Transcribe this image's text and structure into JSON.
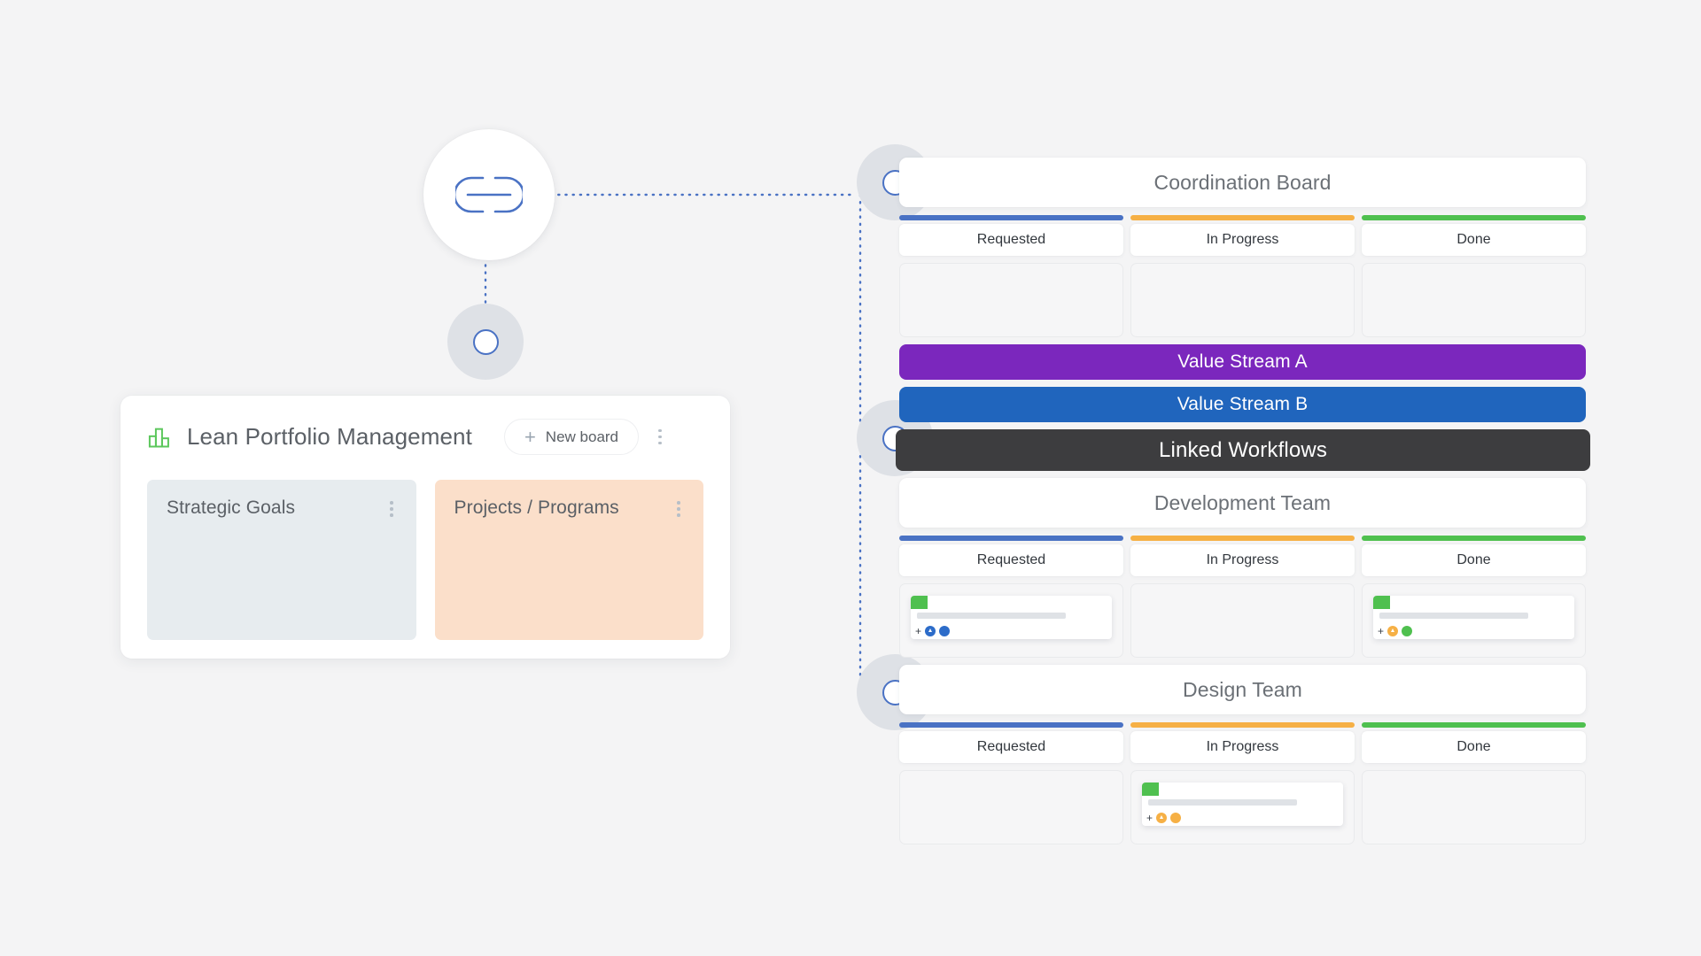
{
  "canvas": {
    "background": "#f4f4f5",
    "hub_icon": "link-icon",
    "hub_icon_color": "#4a72c4",
    "node_accent": "#4a72c4",
    "node_halo": "#dee1e6",
    "connector_color": "#4a72c4",
    "connector_style": "dotted"
  },
  "portfolio_card": {
    "icon": "bar-chart-icon",
    "icon_color": "#5cc75c",
    "title": "Lean Portfolio Management",
    "new_board_label": "New board",
    "new_board_icon": "plus-icon",
    "menu_icon": "kebab-menu-icon",
    "columns": [
      {
        "label": "Strategic Goals",
        "color": "#e7ecef",
        "menu_icon": "kebab-menu-icon"
      },
      {
        "label": "Projects / Programs",
        "color": "#fbdfca",
        "menu_icon": "kebab-menu-icon"
      }
    ]
  },
  "workflow_columns": {
    "labels": [
      "Requested",
      "In Progress",
      "Done"
    ],
    "accent_colors": [
      "#4a72c4",
      "#f5b councils",
      "#4fc04f"
    ]
  },
  "column_accents": {
    "requested": "#4a72c4",
    "in_progress": "#f6b045",
    "done": "#4fc04f"
  },
  "boards": [
    {
      "title": "Coordination Board",
      "columns": [
        "Requested",
        "In Progress",
        "Done"
      ],
      "lanes": [
        {
          "cells": [
            {
              "tickets": []
            },
            {
              "tickets": []
            },
            {
              "tickets": []
            }
          ]
        }
      ]
    },
    {
      "title": "Development Team",
      "columns": [
        "Requested",
        "In Progress",
        "Done"
      ],
      "lanes": [
        {
          "cells": [
            {
              "tickets": [
                {
                  "chip_color": "#4fc04f",
                  "avatars": [
                    "#2d6cc9",
                    "#2d6cc9"
                  ]
                }
              ]
            },
            {
              "tickets": []
            },
            {
              "tickets": [
                {
                  "chip_color": "#4fc04f",
                  "avatars": [
                    "#f6b045",
                    "#4fc04f"
                  ]
                }
              ]
            }
          ]
        }
      ]
    },
    {
      "title": "Design Team",
      "columns": [
        "Requested",
        "In Progress",
        "Done"
      ],
      "lanes": [
        {
          "cells": [
            {
              "tickets": []
            },
            {
              "tickets": [
                {
                  "chip_color": "#4fc04f",
                  "avatars": [
                    "#f6b045",
                    "#f6b045"
                  ]
                }
              ]
            },
            {
              "tickets": []
            }
          ]
        }
      ]
    }
  ],
  "value_streams": [
    {
      "label": "Value Stream A",
      "color": "#7b27bd"
    },
    {
      "label": "Value Stream B",
      "color": "#2065bd"
    }
  ],
  "linked_workflows": {
    "label": "Linked Workflows",
    "color": "#3d3d3f"
  }
}
